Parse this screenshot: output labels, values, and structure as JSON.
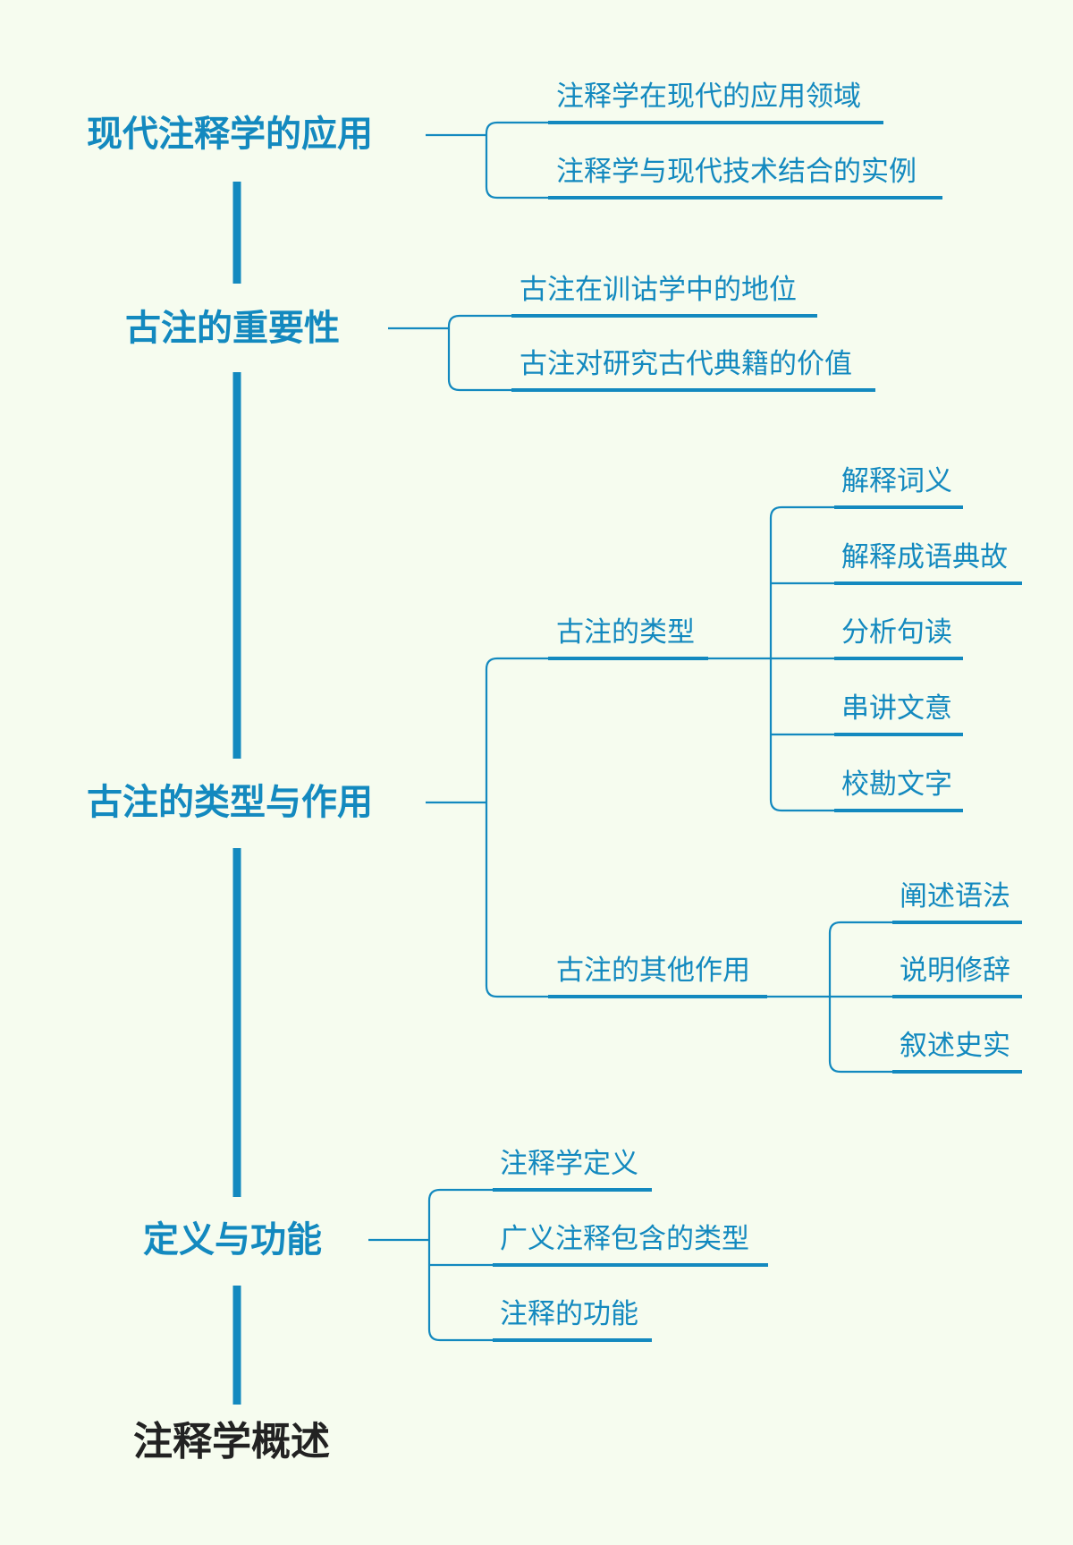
{
  "colors": {
    "background": "#f6fcef",
    "accent": "#1389bf",
    "root_text": "#222222"
  },
  "root": {
    "label": "注释学概述"
  },
  "topics": [
    {
      "id": "t1",
      "label": "现代注释学的应用",
      "children": [
        {
          "label": "注释学在现代的应用领域"
        },
        {
          "label": "注释学与现代技术结合的实例"
        }
      ]
    },
    {
      "id": "t2",
      "label": "古注的重要性",
      "children": [
        {
          "label": "古注在训诂学中的地位"
        },
        {
          "label": "古注对研究古代典籍的价值"
        }
      ]
    },
    {
      "id": "t3",
      "label": "古注的类型与作用",
      "children": [
        {
          "label": "古注的类型",
          "children": [
            {
              "label": "解释词义"
            },
            {
              "label": "解释成语典故"
            },
            {
              "label": "分析句读"
            },
            {
              "label": "串讲文意"
            },
            {
              "label": "校勘文字"
            }
          ]
        },
        {
          "label": "古注的其他作用",
          "children": [
            {
              "label": "阐述语法"
            },
            {
              "label": "说明修辞"
            },
            {
              "label": "叙述史实"
            }
          ]
        }
      ]
    },
    {
      "id": "t4",
      "label": "定义与功能",
      "children": [
        {
          "label": "注释学定义"
        },
        {
          "label": "广义注释包含的类型"
        },
        {
          "label": "注释的功能"
        }
      ]
    }
  ]
}
